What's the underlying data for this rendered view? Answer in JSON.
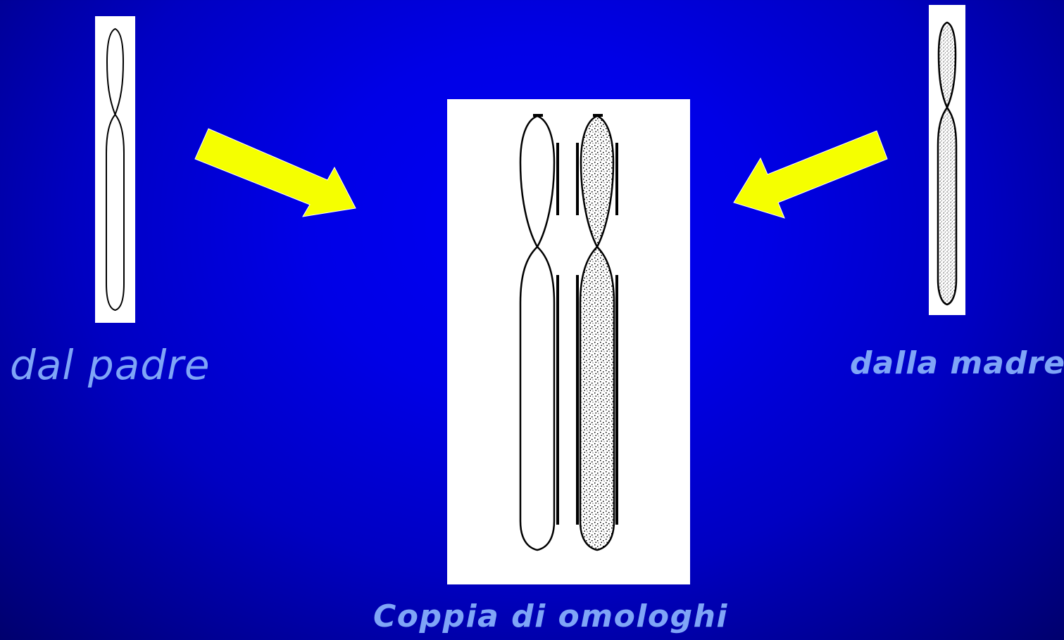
{
  "labels": {
    "father": "dal padre",
    "mother": "dalla madre",
    "pair": "Coppia di omologhi"
  },
  "colors": {
    "background": "#0000e6",
    "label_text": "#7fa5f7",
    "arrow_fill": "#f5ff00",
    "panel_bg": "#ffffff",
    "chromosome_outline": "#000000"
  },
  "icons": {
    "paternal_chromosome": "chromosome-plain-icon",
    "maternal_chromosome": "chromosome-stippled-icon",
    "arrow_left": "arrow-down-right-icon",
    "arrow_right": "arrow-down-left-icon"
  }
}
